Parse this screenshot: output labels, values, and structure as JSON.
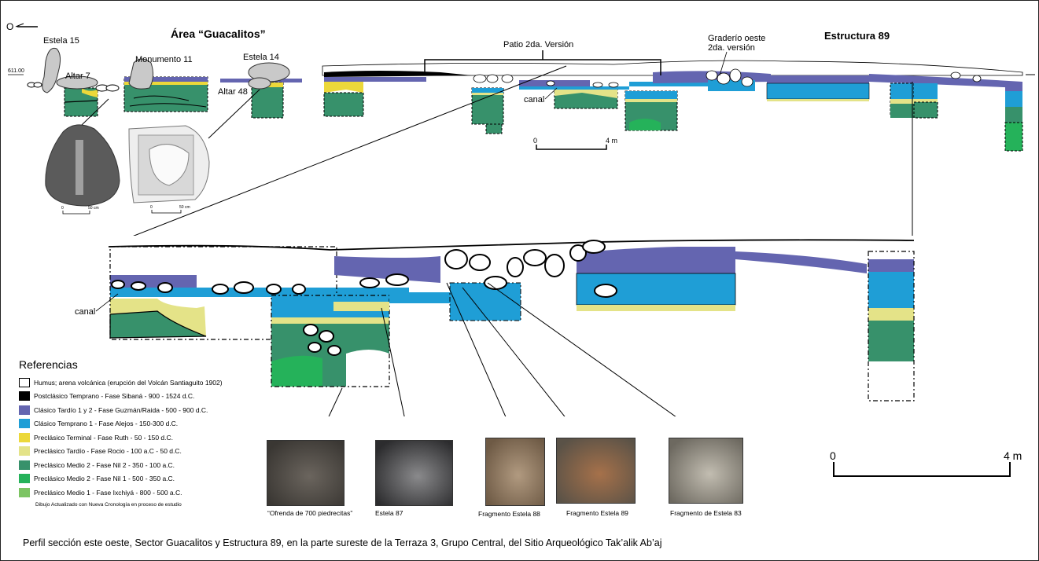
{
  "figure": {
    "caption": "Perfil sección este oeste, Sector Guacalitos y Estructura 89, en la parte sureste de la Terraza 3, Grupo Central, del Sitio Arqueológico Tak’alik Ab’aj",
    "north_arrow_label": "O"
  },
  "top_profile": {
    "area_title": "Área “Guacalitos”",
    "structure_title": "Estructura 89",
    "elevation_label": "611.00",
    "labels": {
      "estela15": "Estela 15",
      "altar7": "Altar 7",
      "monumento11": "Monumento 11",
      "estela14": "Estela 14",
      "altar48": "Altar 48",
      "patio": "Patio 2da. Versión",
      "graderio_line1": "Graderío oeste",
      "graderio_line2": "2da. versión",
      "canal": "canal"
    },
    "scale": {
      "start": "0",
      "end": "4 m"
    },
    "monument_scales": [
      {
        "start": "0",
        "end": "50 cm"
      },
      {
        "start": "0",
        "end": "50 cm"
      }
    ]
  },
  "detail_profile": {
    "canal_label": "canal",
    "scale": {
      "start": "0",
      "end": "4 m"
    }
  },
  "legend": {
    "title": "Referencias",
    "items": [
      {
        "label": "Humus; arena volcánica (erupción del Volcán Santiaguito 1902)",
        "color": "#ffffff"
      },
      {
        "label": "Postclásico Temprano - Fase Sibaná - 900 - 1524 d.C.",
        "color": "#000000"
      },
      {
        "label": "Clásico Tardío 1 y 2 - Fase Guzmán/Raida - 500 - 900 d.C.",
        "color": "#6465b0"
      },
      {
        "label": "Clásico Temprano 1 - Fase Alejos - 150-300 d.C.",
        "color": "#1f9ed6"
      },
      {
        "label": "Preclásico Terminal - Fase Ruth - 50 - 150 d.C.",
        "color": "#ecd83a"
      },
      {
        "label": "Preclásico Tardío - Fase Rocio - 100 a.C - 50 d.C.",
        "color": "#e4e388"
      },
      {
        "label": "Preclásico Medio 2 - Fase Nil 2 - 350 - 100 a.C.",
        "color": "#37916b"
      },
      {
        "label": "Preclásico Medio 2 - Fase Nil 1 - 500 - 350 a.C.",
        "color": "#25b25a"
      },
      {
        "label": "Preclásico Medio 1 - Fase Ixchiyá - 800 - 500 a.C.",
        "color": "#7cc463"
      }
    ],
    "note": "Dibujo Actualizado con Nueva Cronología en proceso de estudio"
  },
  "photos": [
    {
      "caption": "“Ofrenda de 700 piedrecitas”",
      "tone": [
        "#3a3733",
        "#6b655e"
      ]
    },
    {
      "caption": "Estela 87",
      "tone": [
        "#2c2c2e",
        "#8a8a8c"
      ]
    },
    {
      "caption": "Fragmento Estela 88",
      "tone": [
        "#6e5a45",
        "#b19a80"
      ]
    },
    {
      "caption": "Fragmento Estela 89",
      "tone": [
        "#5a5247",
        "#a6714a"
      ]
    },
    {
      "caption": "Fragmento de Estela 83",
      "tone": [
        "#6d6960",
        "#c2bdb1"
      ]
    }
  ]
}
